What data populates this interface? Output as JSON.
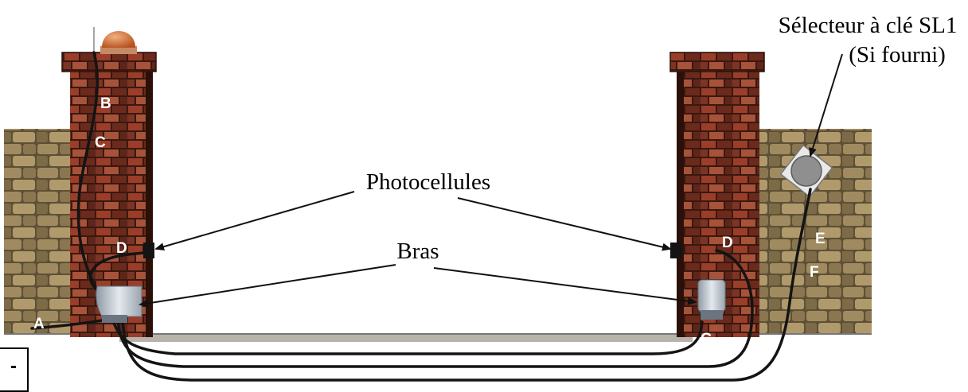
{
  "labels": {
    "selector_line1": "Sélecteur à clé SL1",
    "selector_line2": "(Si fourni)",
    "photocells": "Photocellules",
    "arms": "Bras"
  },
  "cable_letters": {
    "a": "A",
    "b": "B",
    "c": "C",
    "d_left": "D",
    "d_right": "D",
    "e": "E",
    "f": "F",
    "g": "G"
  },
  "corner_box_text": "-",
  "colors": {
    "brick_dark": "#5a2a1e",
    "brick_red": "#8e3b28",
    "stone": "#8f7a55",
    "cable": "#141414",
    "beacon": "#c8642a",
    "arrow": "#111111"
  },
  "icons": [
    "flashing-beacon-icon",
    "key-selector-icon",
    "photocell-icon",
    "gate-arm-motor-icon"
  ]
}
